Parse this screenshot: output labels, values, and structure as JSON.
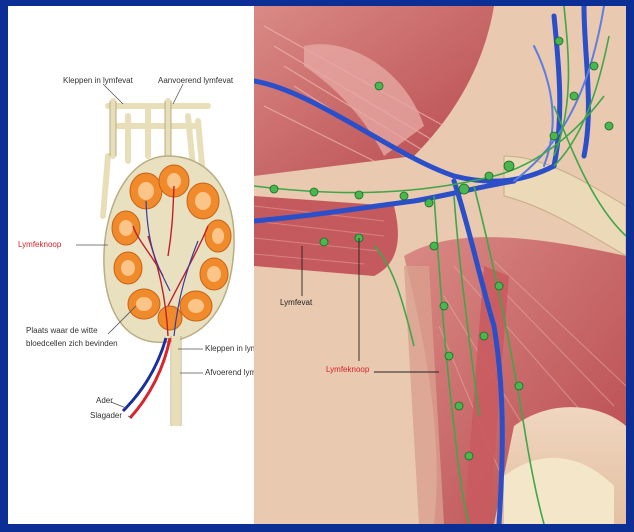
{
  "left_labels": {
    "valves_top": "Kleppen in lymfevat",
    "afferent_top": "Aanvoerend lymfevat",
    "node": "Lymfeknoop",
    "white_cells_line1": "Plaats waar de witte",
    "white_cells_line2": "bloedcellen zich bevinden",
    "valves_bottom": "Kleppen in lymfevat",
    "efferent_bottom": "Afvoerend lymfevat",
    "vein": "Ader",
    "artery": "Slagader"
  },
  "right_labels": {
    "vessel": "Lymfevat",
    "node": "Lymfeknoop"
  },
  "colors": {
    "frame": "#0b2f95",
    "node_orange": "#f08a2a",
    "label_red": "#d8242a",
    "lymph_green": "#3fa64a",
    "vein_blue": "#2a4fc9",
    "muscle": "#c85a5a"
  }
}
